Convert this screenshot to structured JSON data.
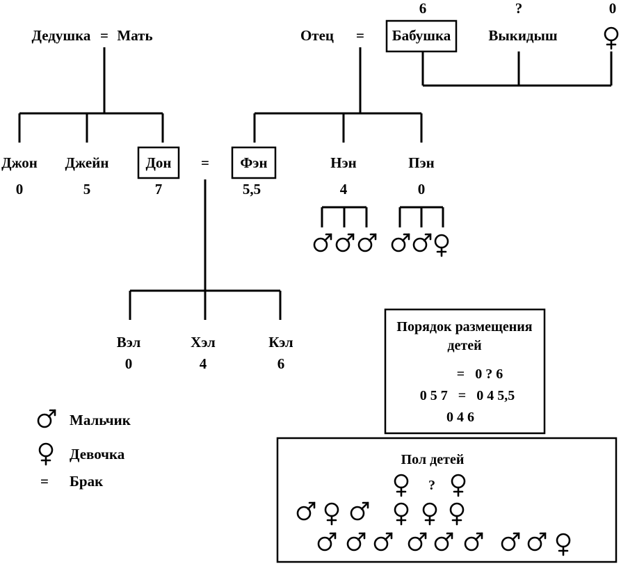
{
  "tree": {
    "top_left": {
      "grandfather": "Дедушка",
      "eq": "=",
      "mother": "Мать"
    },
    "top_right": {
      "father": "Отец",
      "eq": "=",
      "grandmother": "Бабушка",
      "miscarriage": "Выкидыш",
      "numbers": {
        "grandmother": "6",
        "miscarriage": "?",
        "girl": "0"
      }
    },
    "middle": [
      {
        "name": "Джон",
        "num": "0"
      },
      {
        "name": "Джейн",
        "num": "5"
      },
      {
        "name": "Дон",
        "num": "7"
      },
      {
        "name": "Фэн",
        "num": "5,5"
      },
      {
        "name": "Нэн",
        "num": "4"
      },
      {
        "name": "Пэн",
        "num": "0"
      }
    ],
    "marriage_eq": "=",
    "children": [
      {
        "name": "Вэл",
        "num": "0"
      },
      {
        "name": "Хэл",
        "num": "4"
      },
      {
        "name": "Кэл",
        "num": "6"
      }
    ]
  },
  "legend": {
    "boy": "Мальчик",
    "girl": "Девочка",
    "eq": "=",
    "marriage": "Брак"
  },
  "order_box": {
    "title_line1": "Порядок размещения",
    "title_line2": "детей",
    "row1": "=   0 ? 6",
    "row2": "0 5 7   =   0 4 5,5",
    "row3": "0 4 6"
  },
  "sex_box": {
    "title": "Пол детей",
    "question": "?"
  }
}
